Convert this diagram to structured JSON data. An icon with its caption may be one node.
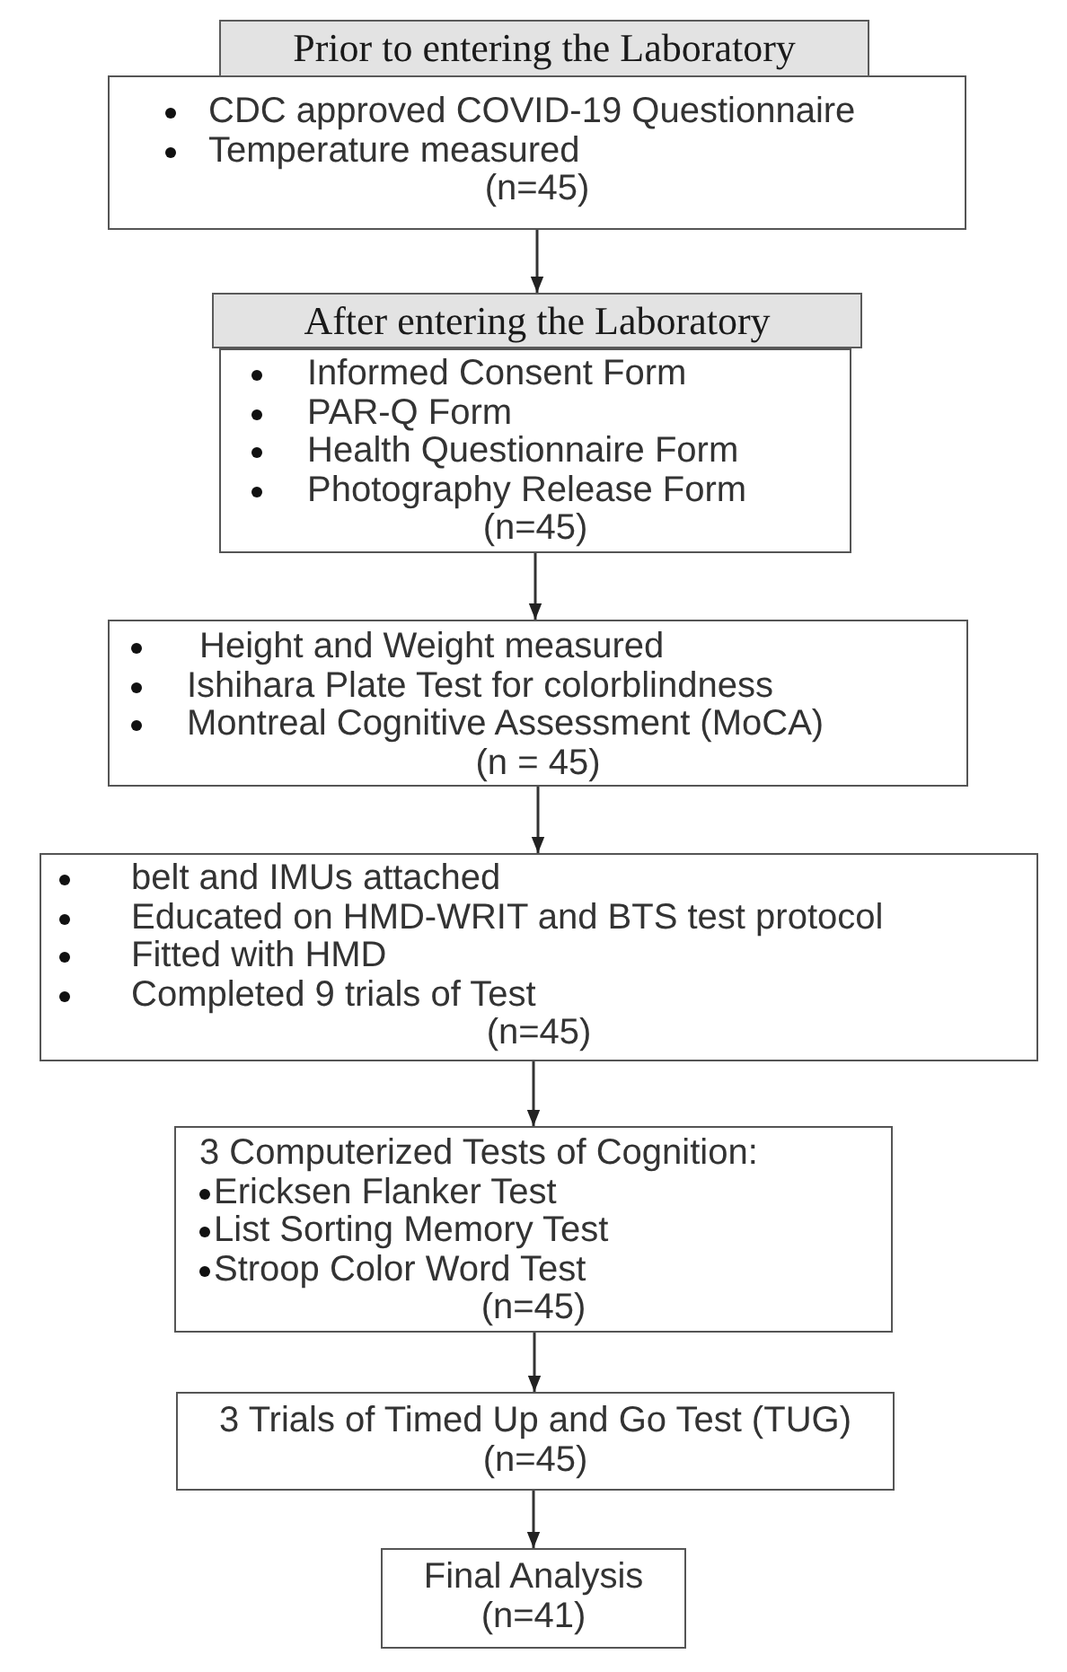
{
  "diagram": {
    "nodes": [
      {
        "text": [
          "Prior to entering the Laboratory"
        ]
      },
      {
        "text": [
          "CDC approved COVID-19 Questionnaire",
          "Temperature measured",
          "(n=45)"
        ]
      },
      {
        "text": [
          "After entering the Laboratory"
        ]
      },
      {
        "text": [
          "Informed Consent Form",
          "PAR-Q Form",
          "Health Questionnaire Form",
          "Photography Release Form",
          "(n=45)"
        ]
      },
      {
        "text": [
          "Height and Weight measured",
          "Ishihara Plate Test for colorblindness",
          "Montreal Cognitive Assessment (MoCA)",
          "(n = 45)"
        ]
      },
      {
        "text": [
          "belt and IMUs attached",
          "Educated on HMD-WRIT and BTS test protocol",
          "Fitted with HMD",
          "Completed 9 trials of Test",
          "(n=45)"
        ]
      },
      {
        "text": [
          "3 Computerized Tests of Cognition:",
          "Ericksen Flanker Test",
          "List Sorting Memory Test",
          "Stroop Color Word Test",
          "(n=45)"
        ]
      },
      {
        "text": [
          "3 Trials of Timed Up and Go Test (TUG)",
          "(n=45)"
        ]
      },
      {
        "text": [
          "Final Analysis",
          "(n=41)"
        ]
      }
    ],
    "edges": [
      {
        "from": 1,
        "to": 2,
        "arrow": "to"
      },
      {
        "from": 3,
        "to": 4,
        "arrow": "to"
      },
      {
        "from": 4,
        "to": 5,
        "arrow": "to"
      },
      {
        "from": 5,
        "to": 6,
        "arrow": "to"
      },
      {
        "from": 6,
        "to": 7,
        "arrow": "to"
      },
      {
        "from": 7,
        "to": 8,
        "arrow": "to"
      }
    ]
  }
}
